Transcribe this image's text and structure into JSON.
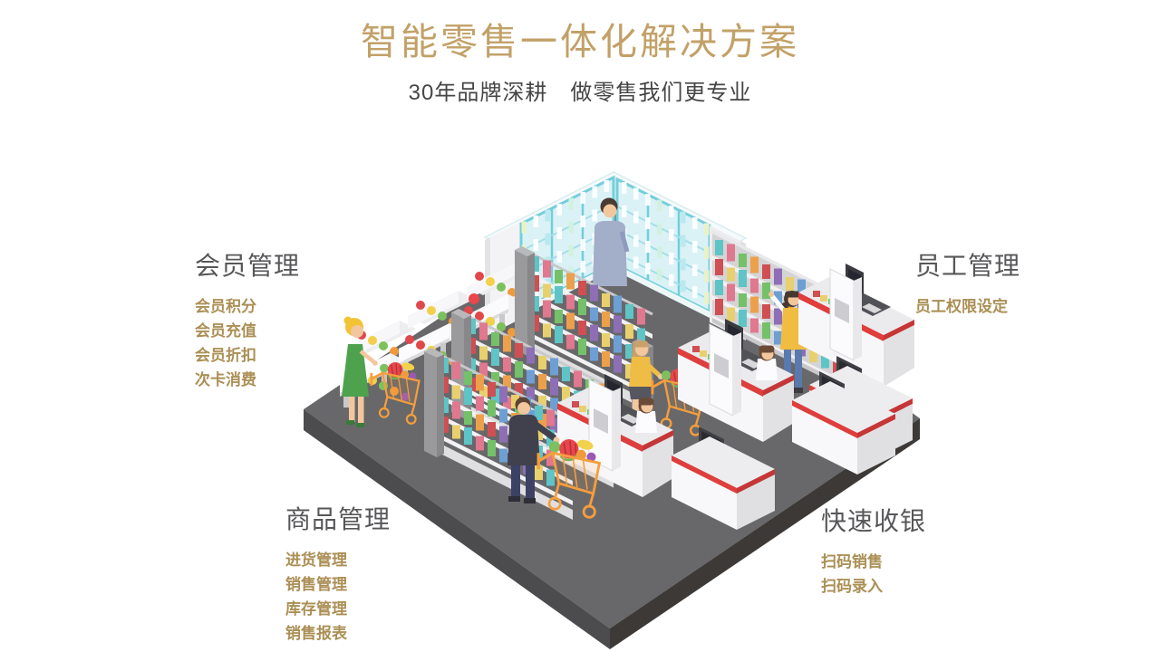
{
  "header": {
    "title": "智能零售一体化解决方案",
    "subtitle": "30年品牌深耕　做零售我们更专业"
  },
  "sections": {
    "member": {
      "title": "会员管理",
      "items": [
        "会员积分",
        "会员充值",
        "会员折扣",
        "次卡消费"
      ]
    },
    "staff": {
      "title": "员工管理",
      "items": [
        "员工权限设定"
      ]
    },
    "product": {
      "title": "商品管理",
      "items": [
        "进货管理",
        "销售管理",
        "库存管理",
        "销售报表"
      ]
    },
    "cashier": {
      "title": "快速收银",
      "items": [
        "扫码销售",
        "扫码录入"
      ]
    }
  },
  "colors": {
    "title_gold": "#c2a168",
    "accent_gold": "#ab8f55",
    "heading_gray": "#57575a",
    "subtitle_gray": "#464646",
    "floor_top": "#68686a",
    "floor_left": "#4c4c4f",
    "floor_right": "#3d3936",
    "fridge_teal": "#74cedb",
    "checkout_red": "#e03d3d",
    "cart_orange": "#f59e3e"
  },
  "illustration": {
    "name": "isometric-retail-store",
    "elements": [
      "fridge-wall",
      "wall-shelf",
      "gondola-shelves",
      "fruit-stands",
      "checkout-counters",
      "self-checkout-gates",
      "cashiers",
      "shoppers",
      "shopping-carts"
    ]
  }
}
